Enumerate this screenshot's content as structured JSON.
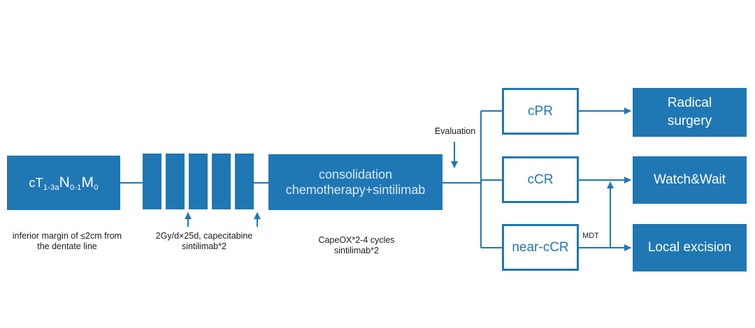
{
  "staging": {
    "c": "cT",
    "t_sub": "1-3a",
    "n": "N",
    "n_sub": "0-1",
    "m": "M",
    "m_sub": "0"
  },
  "notes": {
    "inclusion": [
      "inferior margin of ≤2cm from",
      "the dentate line"
    ],
    "radiotherapy": [
      "2Gy/d×25d, capecitabine",
      "sintilimab*2"
    ],
    "consolidation": [
      "CapeOX*2-4 cycles",
      "sintilimab*2"
    ]
  },
  "consolidation_box": [
    "consolidation",
    "chemotherapy+sintilimab"
  ],
  "evaluation_label": "Evaluation",
  "responses": {
    "cpr": "cPR",
    "ccr": "cCR",
    "near_ccr": "near-cCR"
  },
  "mdt_label": "MDT",
  "outcomes": {
    "radical_surgery": [
      "Radical",
      "surgery"
    ],
    "watch_wait": "Watch&Wait",
    "local_excision": "Local excision"
  },
  "colors": {
    "primary": "#1f77b4",
    "text": "#1a1a1a"
  }
}
